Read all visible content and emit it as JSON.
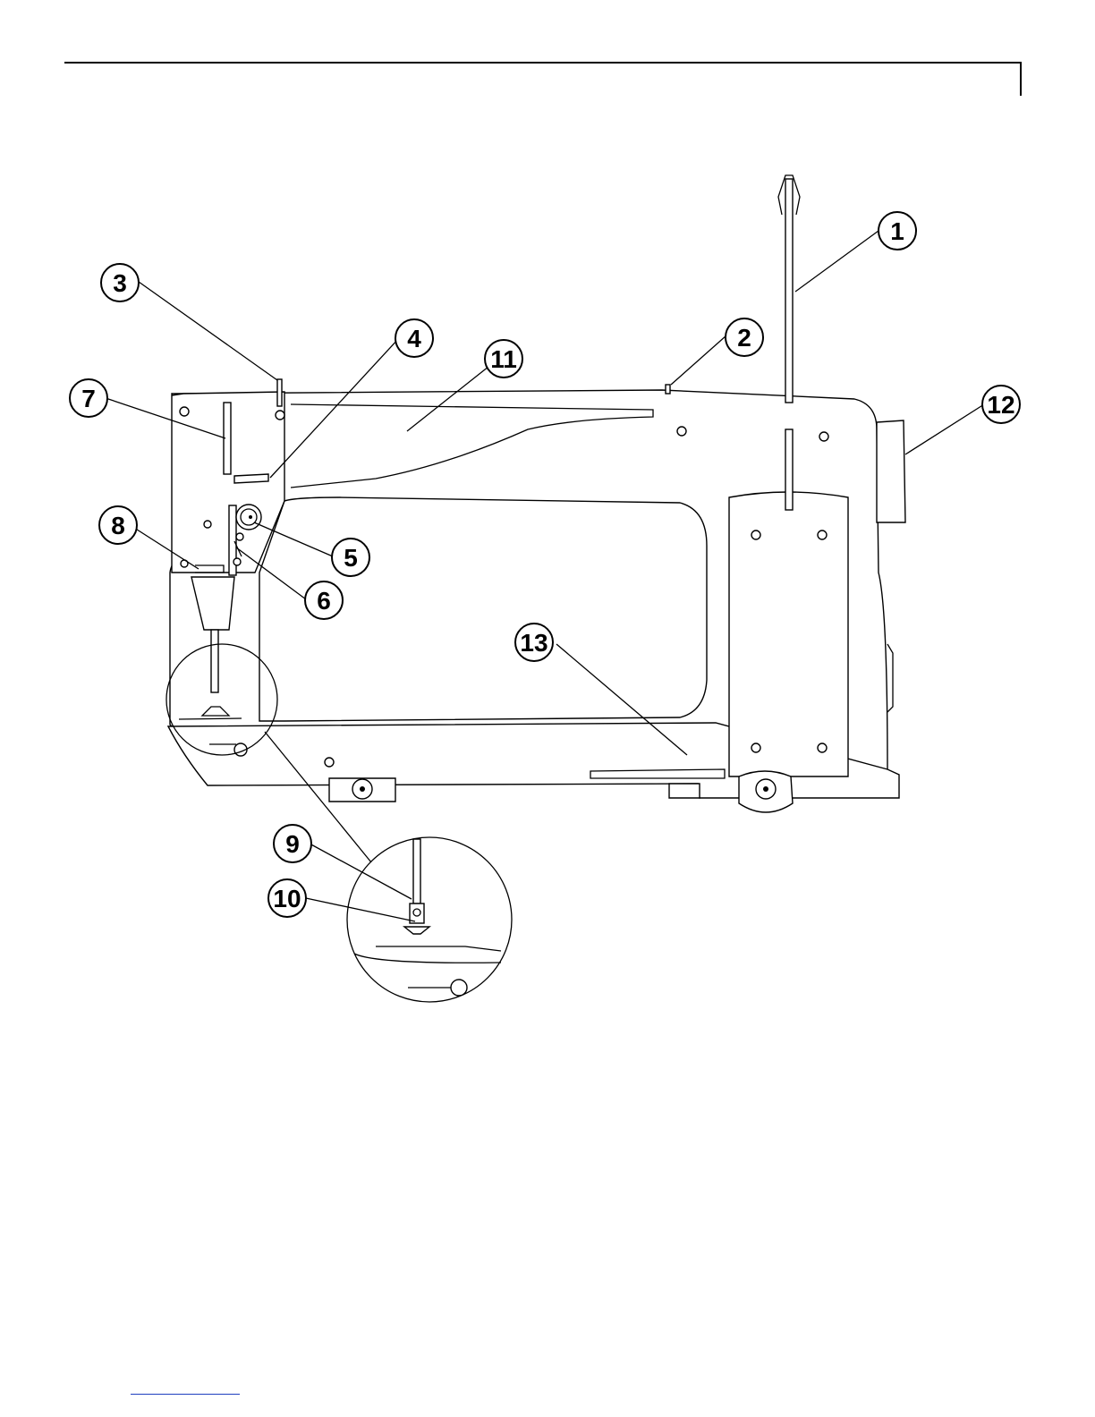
{
  "callouts": [
    {
      "id": "1",
      "label": "1"
    },
    {
      "id": "2",
      "label": "2"
    },
    {
      "id": "3",
      "label": "3"
    },
    {
      "id": "4",
      "label": "4"
    },
    {
      "id": "5",
      "label": "5"
    },
    {
      "id": "6",
      "label": "6"
    },
    {
      "id": "7",
      "label": "7"
    },
    {
      "id": "8",
      "label": "8"
    },
    {
      "id": "9",
      "label": "9"
    },
    {
      "id": "10",
      "label": "10"
    },
    {
      "id": "11",
      "label": "11"
    },
    {
      "id": "12",
      "label": "12"
    },
    {
      "id": "13",
      "label": "13"
    }
  ],
  "colors": {
    "line": "#000000",
    "footer_rule": "#1f3fbf"
  }
}
